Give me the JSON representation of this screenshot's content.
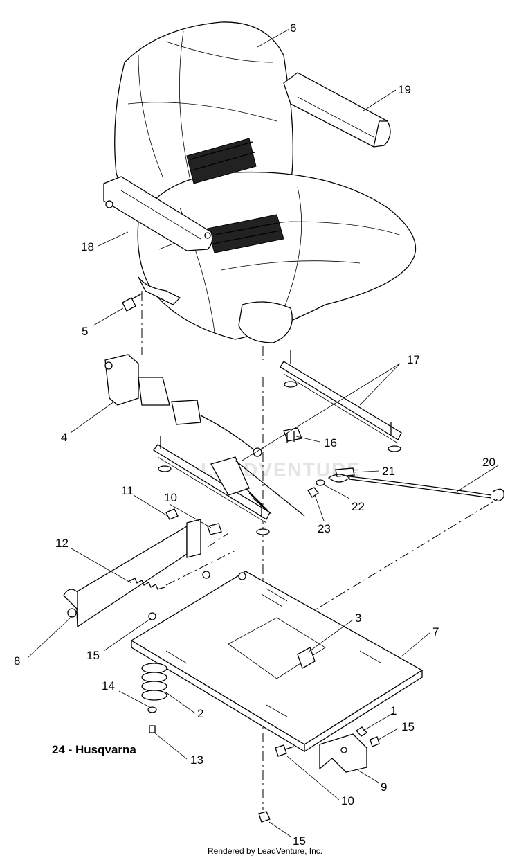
{
  "labels": {
    "p1": "1",
    "p2": "2",
    "p3": "3",
    "p4": "4",
    "p5": "5",
    "p6": "6",
    "p7": "7",
    "p8": "8",
    "p9": "9",
    "p10a": "10",
    "p10b": "10",
    "p11": "11",
    "p12": "12",
    "p13": "13",
    "p14": "14",
    "p15a": "15",
    "p15b": "15",
    "p15c": "15",
    "p16": "16",
    "p17": "17",
    "p18": "18",
    "p19": "19",
    "p20": "20",
    "p21": "21",
    "p22": "22",
    "p23": "23"
  },
  "note": "24 - Husqvarna",
  "footer": "Rendered by LeadVenture, Inc.",
  "watermark": "LEADVENTURE"
}
